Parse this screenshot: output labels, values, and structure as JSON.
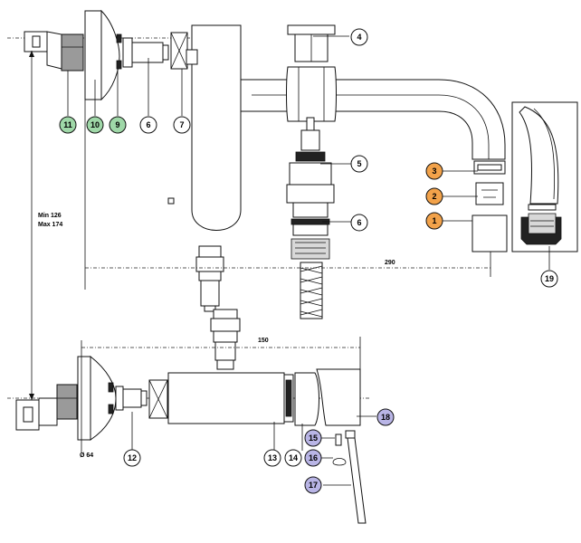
{
  "callouts": {
    "c1": "1",
    "c2": "2",
    "c3": "3",
    "c4": "4",
    "c5": "5",
    "c6a": "6",
    "c6b": "6",
    "c7": "7",
    "c9": "9",
    "c10": "10",
    "c11": "11",
    "c12": "12",
    "c13": "13",
    "c14": "14",
    "c15": "15",
    "c16": "16",
    "c17": "17",
    "c18": "18",
    "c19": "19"
  },
  "dimensions": {
    "min": "Min 126",
    "max": "Max 174",
    "width_top": "290",
    "width_bottom": "150",
    "diameter": "Ø 64"
  },
  "colors": {
    "orange": "#f2a24a",
    "green": "#9fd8a8",
    "purple": "#b9b5e6",
    "white": "#ffffff",
    "line": "#111111"
  }
}
